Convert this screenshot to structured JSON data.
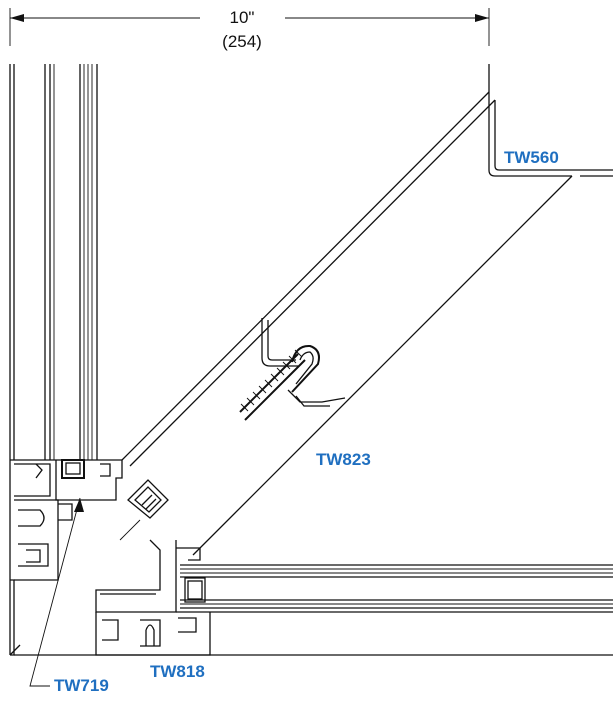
{
  "dimension": {
    "imperial": "10\"",
    "metric": "(254)"
  },
  "labels": {
    "tw560": "TW560",
    "tw823": "TW823",
    "tw719": "TW719",
    "tw818": "TW818"
  },
  "colors": {
    "label": "#1f6fc0",
    "line": "#111111"
  }
}
